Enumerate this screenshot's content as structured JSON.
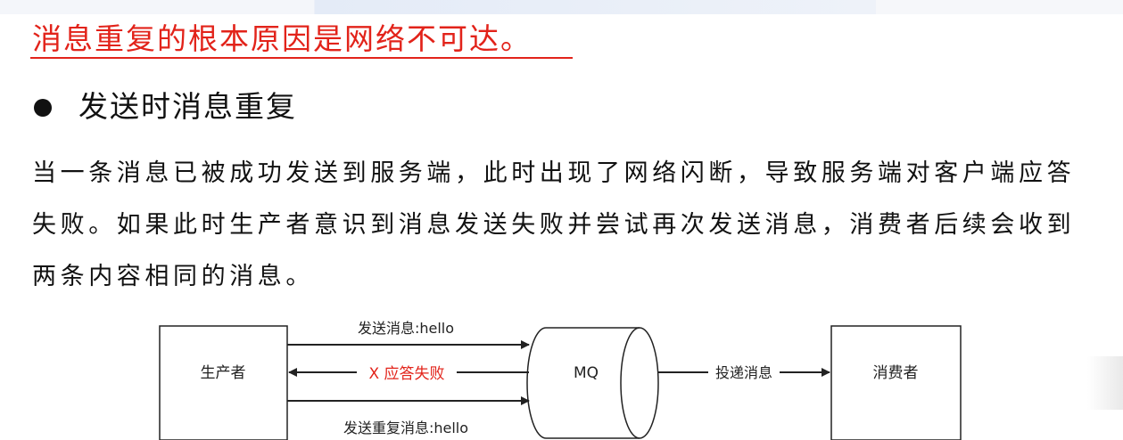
{
  "heading": "消息重复的根本原因是网络不可达。",
  "section_title": "发送时消息重复",
  "paragraph": "当一条消息已被成功发送到服务端，此时出现了网络闪断，导致服务端对客户端应答失败。如果此时生产者意识到消息发送失败并尝试再次发送消息，消费者后续会收到两条内容相同的消息。",
  "diagram": {
    "producer": "生产者",
    "mq": "MQ",
    "consumer": "消费者",
    "send_label": "发送消息:hello",
    "ack_fail_label": "X 应答失败",
    "resend_label": "发送重复消息:hello",
    "deliver_label": "投递消息"
  },
  "colors": {
    "heading": "#e2231a",
    "ack_fail": "#e2231a"
  }
}
